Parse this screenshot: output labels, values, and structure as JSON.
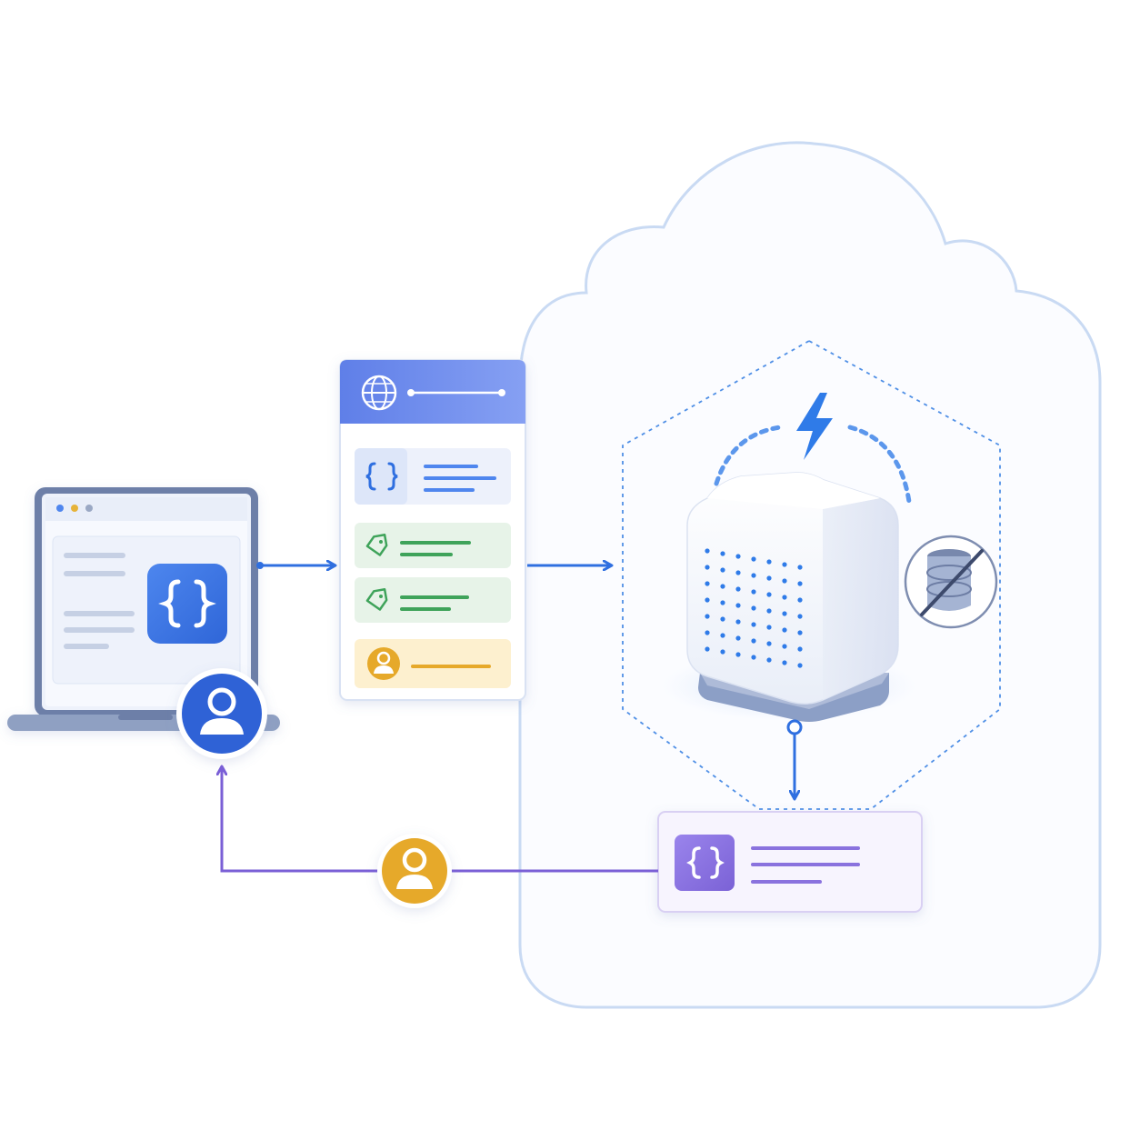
{
  "diagram": {
    "nodes": [
      {
        "id": "client-laptop",
        "icon": "code-braces-icon",
        "description_kind": "client"
      },
      {
        "id": "request-card",
        "icon": "globe-icon",
        "rows": [
          "code-braces-icon",
          "tag-icon",
          "tag-icon",
          "user-icon"
        ]
      },
      {
        "id": "serverless-function",
        "icon": "server-cube-icon",
        "badges": [
          "lightning-icon",
          "no-database-icon"
        ]
      },
      {
        "id": "response-card",
        "icon": "code-braces-icon"
      },
      {
        "id": "user-avatar-blue",
        "icon": "user-icon"
      },
      {
        "id": "user-avatar-gold",
        "icon": "user-icon"
      }
    ],
    "edges": [
      {
        "from": "client-laptop",
        "to": "request-card"
      },
      {
        "from": "request-card",
        "to": "serverless-function"
      },
      {
        "from": "serverless-function",
        "to": "response-card"
      },
      {
        "from": "response-card",
        "to": "user-avatar-blue",
        "via": "user-avatar-gold"
      }
    ],
    "colors": {
      "primary_blue": "#2f6fe0",
      "header_blue": "#6f8ef0",
      "green": "#3fa35a",
      "gold": "#e6a92a",
      "purple": "#8064d8",
      "cloud_outline": "#c9daf3",
      "laptop_frame": "#6d7fa8"
    }
  }
}
